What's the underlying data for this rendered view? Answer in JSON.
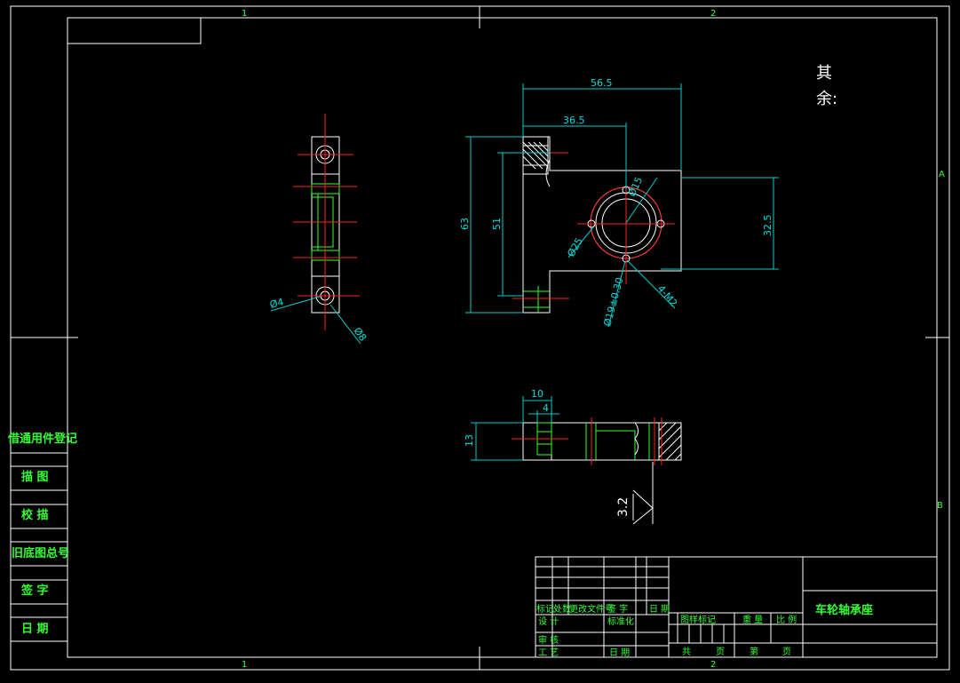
{
  "colors": {
    "background": "#000000",
    "outline": "#ffffff",
    "hidden": "#33ff33",
    "dimension": "#00cccc",
    "center": "#ff2020"
  },
  "zones": {
    "top_left": "1",
    "top_right": "2",
    "bottom_left": "1",
    "bottom_right": "2",
    "right_top": "A",
    "right_bottom": "B"
  },
  "roughness": {
    "line1": "其",
    "line2": "余:",
    "symbol_value": "3.2"
  },
  "dimensions": {
    "d56_5": "56.5",
    "d36_5": "36.5",
    "d63": "63",
    "d51": "51",
    "d32_5": "32.5",
    "phi15": "Ø15",
    "phi25": "Ø25",
    "phi19": "Ø19±0.30",
    "holes": "4-M2",
    "phi4": "Ø4",
    "phi8": "Ø8",
    "d10": "10",
    "d4": "4",
    "d13": "13"
  },
  "left_table": [
    "借通用件登记",
    "描  图",
    "校  描",
    "旧底图总号",
    "签  字",
    "日  期"
  ],
  "title_block": {
    "part_name": "车轮轴承座",
    "row_headers": [
      "标记",
      "处数",
      "更改文件号",
      "签 字",
      "日 期"
    ],
    "design": "设 计",
    "standardize": "标准化",
    "review": "审 核",
    "process": "工 艺",
    "date": "日 期",
    "stage_mark": "图样标记",
    "weight": "重 量",
    "scale": "比 例",
    "total": "共",
    "page": "页",
    "sheet_no": "第",
    "page2": "页"
  }
}
